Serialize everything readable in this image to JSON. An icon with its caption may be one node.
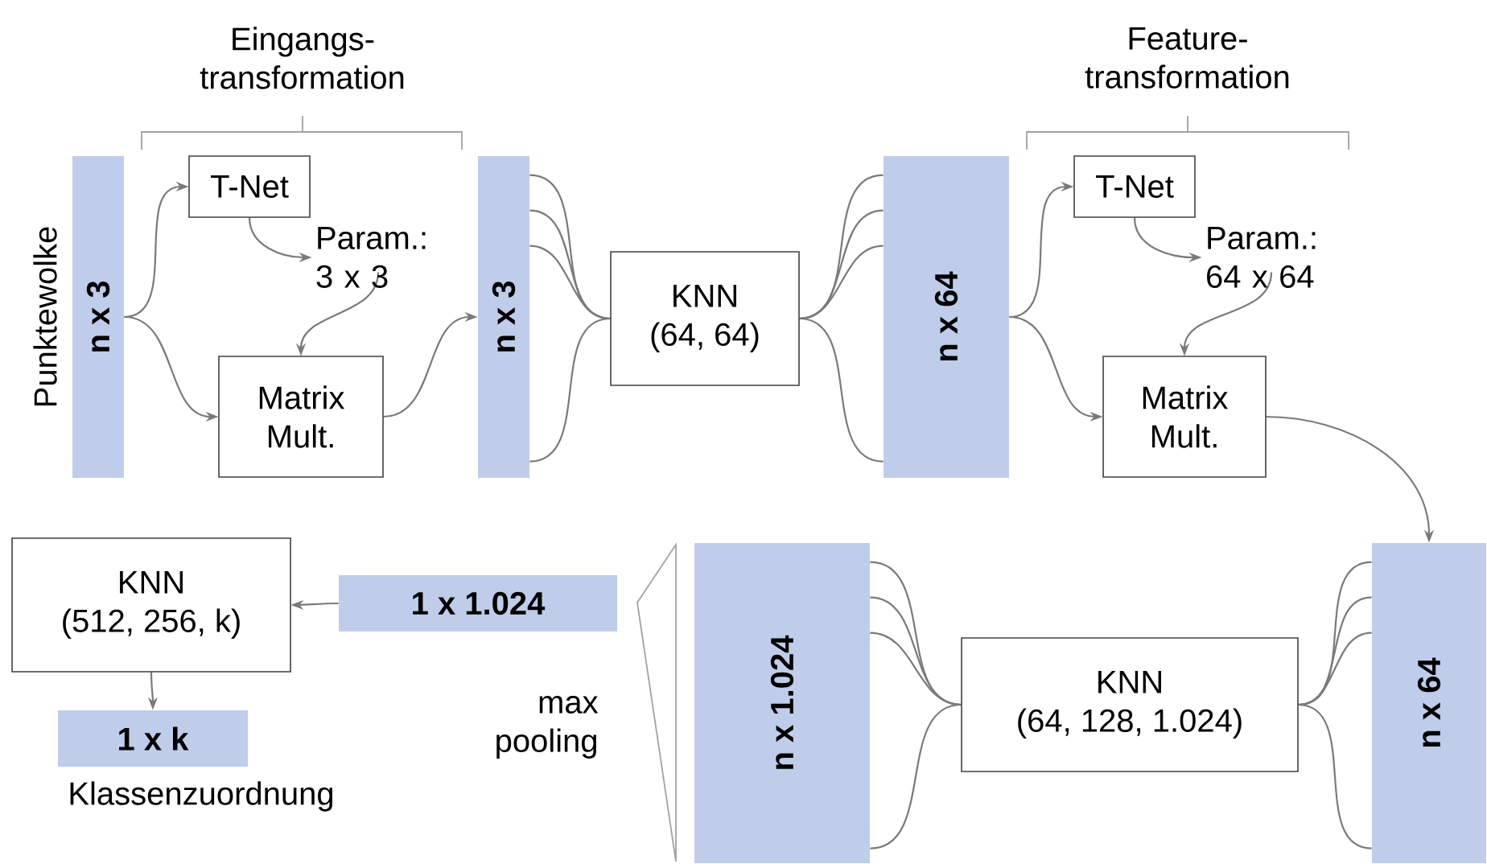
{
  "diagram": {
    "nodes": [
      {
        "text": [
          "n x 3"
        ],
        "beside": [
          "Punktewolke"
        ]
      },
      {
        "text": [
          "T-Net"
        ]
      },
      {
        "text": [
          "Param.: 3 x 3"
        ]
      },
      {
        "text": [
          "Matrix Mult."
        ]
      },
      {
        "text": [
          "n x 3"
        ]
      },
      {
        "text": [
          "KNN",
          "(64, 64)"
        ]
      },
      {
        "text": [
          "n x 64"
        ]
      },
      {
        "text": [
          "T-Net"
        ]
      },
      {
        "text": [
          "Param.: 64 x 64"
        ]
      },
      {
        "text": [
          "Matrix Mult."
        ]
      },
      {
        "text": [
          "n x 64"
        ]
      },
      {
        "text": [
          "KNN",
          "(64, 128, 1.024)"
        ]
      },
      {
        "text": [
          "n x 1.024"
        ]
      },
      {
        "text": [
          "1 x 1.024"
        ]
      },
      {
        "text": [
          "KNN",
          "(512, 256, k)"
        ]
      },
      {
        "text": [
          "1 x k"
        ],
        "beside": [
          "Klassenzuordnung"
        ]
      },
      {
        "text": [],
        "shape": "triangle"
      }
    ],
    "edges": [
      {
        "from": 0,
        "to": 1,
        "arrow": "to"
      },
      {
        "from": 0,
        "to": 3,
        "arrow": "to"
      },
      {
        "from": 1,
        "to": 2,
        "arrow": "to"
      },
      {
        "from": 2,
        "to": 3,
        "arrow": "to"
      },
      {
        "from": 3,
        "to": 4,
        "arrow": "to"
      },
      {
        "from": 4,
        "to": 5,
        "arrow": "none"
      },
      {
        "from": 4,
        "to": 5,
        "arrow": "none"
      },
      {
        "from": 4,
        "to": 5,
        "arrow": "none"
      },
      {
        "from": 4,
        "to": 5,
        "arrow": "none"
      },
      {
        "from": 5,
        "to": 6,
        "arrow": "none"
      },
      {
        "from": 5,
        "to": 6,
        "arrow": "none"
      },
      {
        "from": 5,
        "to": 6,
        "arrow": "none"
      },
      {
        "from": 5,
        "to": 6,
        "arrow": "none"
      },
      {
        "from": 6,
        "to": 7,
        "arrow": "to"
      },
      {
        "from": 6,
        "to": 9,
        "arrow": "to"
      },
      {
        "from": 7,
        "to": 8,
        "arrow": "to"
      },
      {
        "from": 8,
        "to": 9,
        "arrow": "to"
      },
      {
        "from": 9,
        "to": 10,
        "arrow": "to"
      },
      {
        "from": 10,
        "to": 11,
        "arrow": "none"
      },
      {
        "from": 10,
        "to": 11,
        "arrow": "none"
      },
      {
        "from": 10,
        "to": 11,
        "arrow": "none"
      },
      {
        "from": 10,
        "to": 11,
        "arrow": "none"
      },
      {
        "from": 11,
        "to": 12,
        "arrow": "none"
      },
      {
        "from": 11,
        "to": 12,
        "arrow": "none"
      },
      {
        "from": 11,
        "to": 12,
        "arrow": "none"
      },
      {
        "from": 11,
        "to": 12,
        "arrow": "none"
      },
      {
        "from": 13,
        "to": 14,
        "arrow": "to"
      },
      {
        "from": 14,
        "to": 15,
        "arrow": "to"
      }
    ],
    "labels": [
      "Eingangs- transformation",
      "Feature- transformation",
      "max pooling"
    ]
  }
}
